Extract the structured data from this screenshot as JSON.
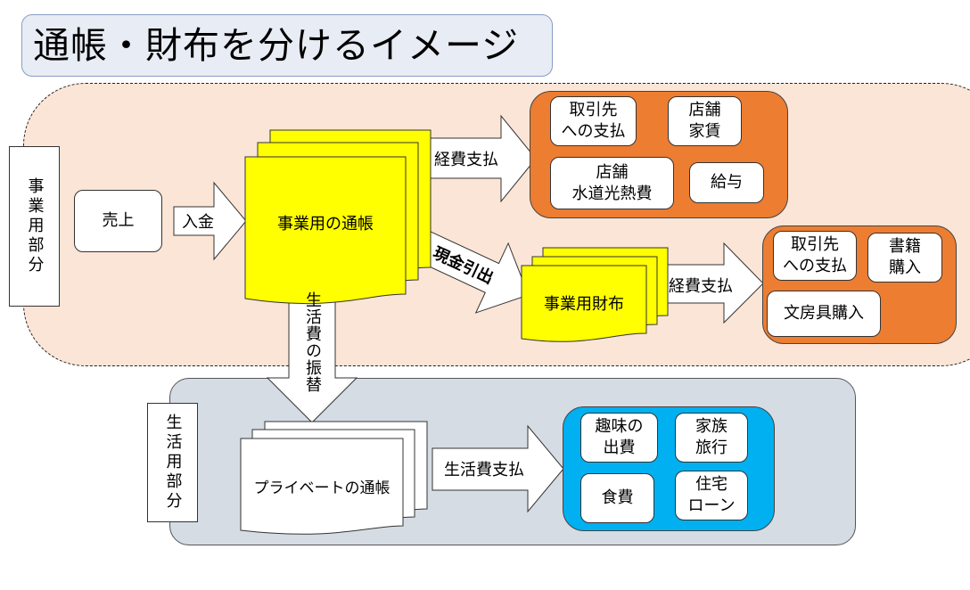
{
  "title": "通帳・財布を分けるイメージ",
  "sections": {
    "business": "事業用部分",
    "private": "生活用部分"
  },
  "nodes": {
    "sales": "売上",
    "business_passbook": "事業用の通帳",
    "business_wallet": "事業用財布",
    "private_passbook": "プライベートの通帳"
  },
  "arrows": {
    "deposit": "入金",
    "expense_payment_1": "経費支払",
    "cash_withdrawal": "現金引出",
    "expense_payment_2": "経費支払",
    "living_transfer": "生活費の振替",
    "living_payment": "生活費支払"
  },
  "passbook_expenses": {
    "supplier_payment": "取引先\nへの支払",
    "store_rent": "店舗\n家賃",
    "store_utilities": "店舗\n水道光熱費",
    "salary": "給与"
  },
  "wallet_expenses": {
    "supplier_payment": "取引先\nへの支払",
    "books": "書籍\n購入",
    "stationery": "文房具購入"
  },
  "living_expenses": {
    "hobby": "趣味の\n出費",
    "family_trip": "家族\n旅行",
    "food": "食費",
    "home_loan": "住宅\nローン"
  },
  "colors": {
    "business_bg": "#fbe5d6",
    "private_bg": "#d6dce4",
    "document_yellow": "#ffff00",
    "expense_orange": "#ed7d31",
    "living_blue": "#00b0f0"
  }
}
